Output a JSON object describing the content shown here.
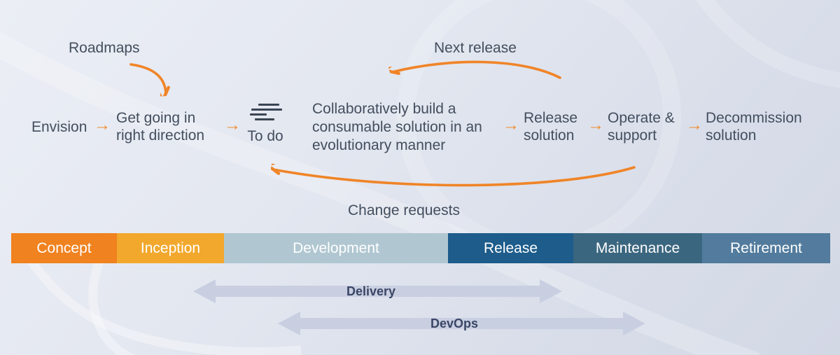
{
  "colors": {
    "accent_orange": "#f08427",
    "text_dark": "#434e5e",
    "span_arrow_fill": "#c7cde0",
    "span_arrow_text": "#3a4666",
    "phase_concept": "#f0821f",
    "phase_inception": "#f2a82d",
    "phase_development": "#b0c7d1",
    "phase_release": "#1d5c8b",
    "phase_maintenance": "#3b667f",
    "phase_retirement": "#527b9d"
  },
  "flow": {
    "roadmaps_label": "Roadmaps",
    "next_release_label": "Next release",
    "change_requests_label": "Change requests",
    "arrow_glyph": "→",
    "steps": {
      "envision": "Envision",
      "get_going_line1": "Get going in",
      "get_going_line2": "right direction",
      "todo": "To do",
      "todo_icon": "task-list-icon",
      "collab_line1": "Collaboratively build a",
      "collab_line2": "consumable solution in an",
      "collab_line3": "evolutionary manner",
      "release_line1": "Release",
      "release_line2": "solution",
      "operate_line1": "Operate &",
      "operate_line2": "support",
      "decommission_line1": "Decommission",
      "decommission_line2": "solution"
    }
  },
  "lifecycle": {
    "phases": [
      {
        "label": "Concept",
        "color": "#f0821f"
      },
      {
        "label": "Inception",
        "color": "#f2a82d"
      },
      {
        "label": "Development",
        "color": "#b0c7d1"
      },
      {
        "label": "Release",
        "color": "#1d5c8b"
      },
      {
        "label": "Maintenance",
        "color": "#3b667f"
      },
      {
        "label": "Retirement",
        "color": "#527b9d"
      }
    ]
  },
  "span_arrows": {
    "delivery": "Delivery",
    "devops": "DevOps"
  }
}
